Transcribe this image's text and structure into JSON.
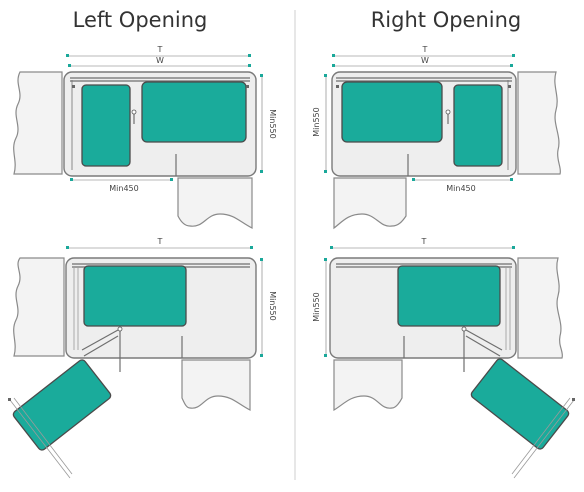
{
  "headings": {
    "left": "Left Opening",
    "right": "Right Opening"
  },
  "dimensions": {
    "t": "T",
    "w": "W",
    "min450": "Min450",
    "min550": "Min550"
  },
  "colors": {
    "shelf": "#1aab9b",
    "cabinet_fill": "#eeeeee",
    "outline": "#7a7a7a",
    "dimension_tick": "#1aa89a"
  }
}
